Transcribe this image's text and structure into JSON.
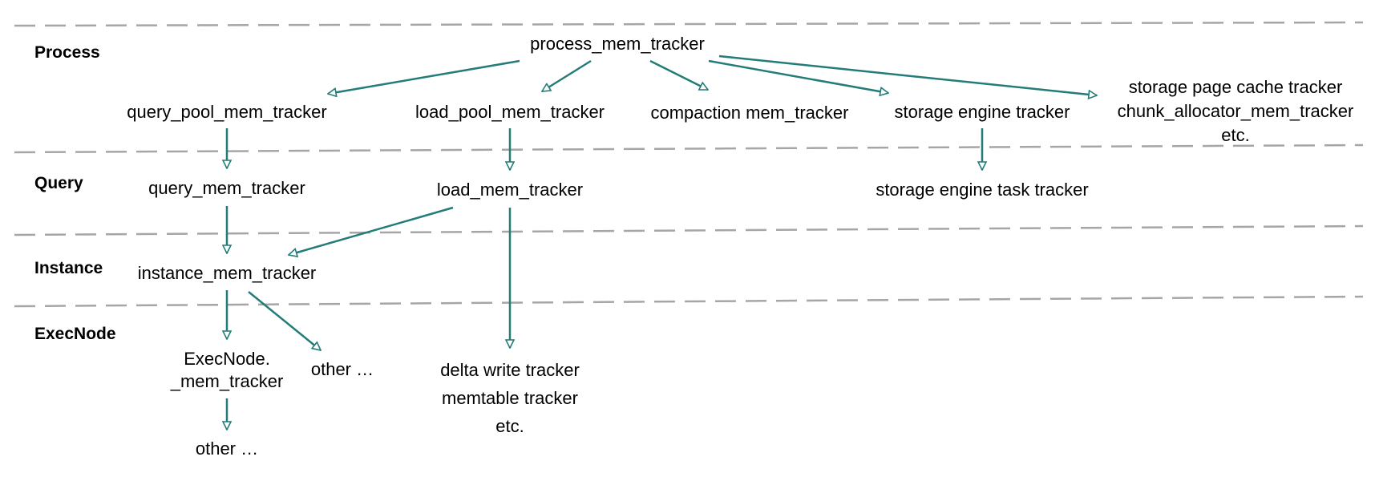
{
  "levels": {
    "process": "Process",
    "query": "Query",
    "instance": "Instance",
    "execnode": "ExecNode"
  },
  "nodes": {
    "process_mem_tracker": [
      "process_mem_tracker"
    ],
    "query_pool_mem_tracker": [
      "query_pool_mem_tracker"
    ],
    "load_pool_mem_tracker": [
      "load_pool_mem_tracker"
    ],
    "compaction_mem_tracker": [
      "compaction mem_tracker"
    ],
    "storage_engine_tracker": [
      "storage engine tracker"
    ],
    "storage_page_cache": [
      "storage page cache tracker",
      "chunk_allocator_mem_tracker",
      "etc."
    ],
    "query_mem_tracker": [
      "query_mem_tracker"
    ],
    "load_mem_tracker": [
      "load_mem_tracker"
    ],
    "storage_engine_task_tracker": [
      "storage engine task tracker"
    ],
    "instance_mem_tracker": [
      "instance_mem_tracker"
    ],
    "execnode_mem_tracker": [
      "ExecNode.",
      "_mem_tracker"
    ],
    "instance_other": [
      "other …"
    ],
    "delta_write": [
      "delta write tracker",
      "memtable tracker",
      "etc."
    ],
    "execnode_other": [
      "other …"
    ]
  },
  "colors": {
    "edge": "#237c78",
    "divider": "#a6a6a6",
    "text": "#000000"
  }
}
